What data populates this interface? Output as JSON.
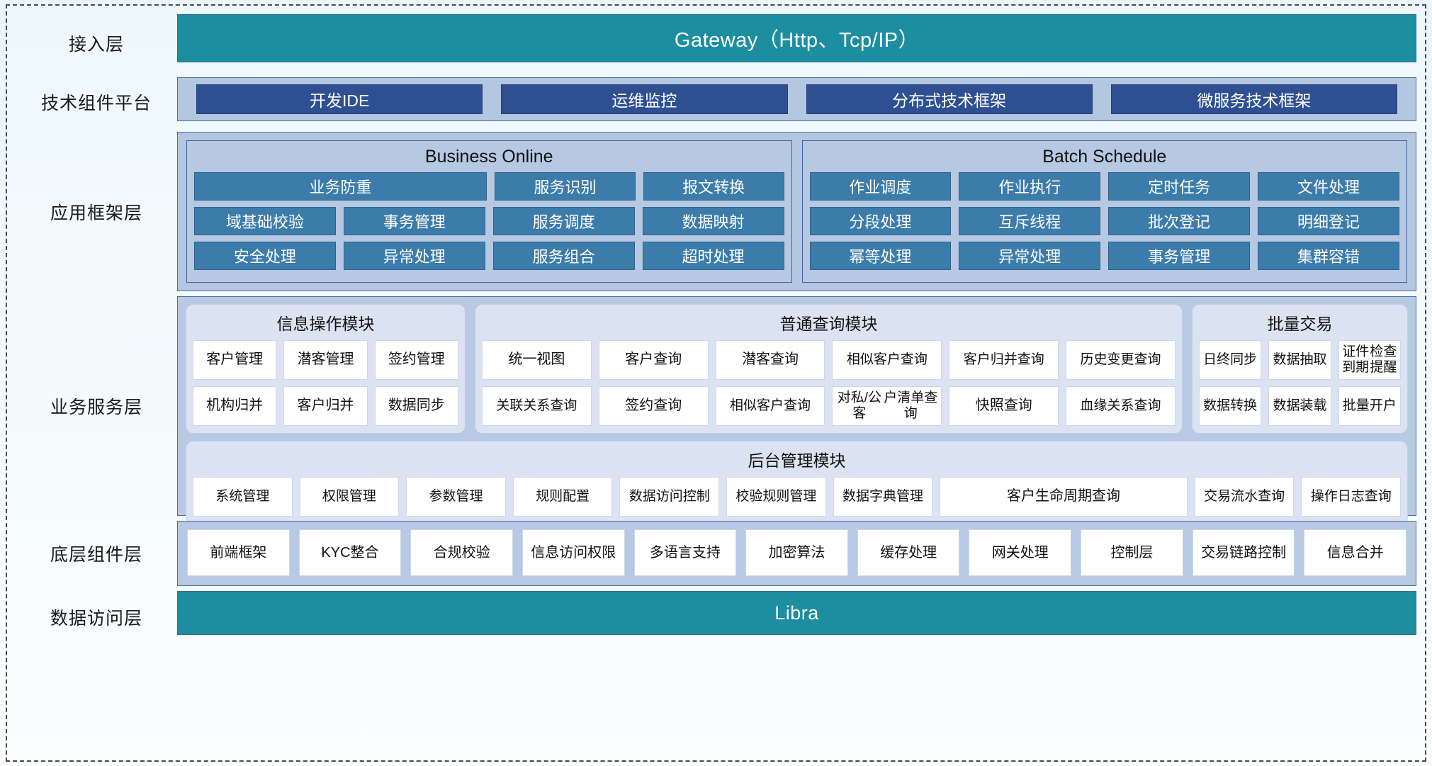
{
  "colors": {
    "teal": "#1d8ea0",
    "band_blue": "#b4c7e0",
    "chip_navy": "#2e4f92",
    "cell_blue": "#3c7cab",
    "module_bg": "#dbe3f2",
    "white_cell": "#ffffff"
  },
  "layers": {
    "access": {
      "label": "接入层",
      "bar": "Gateway（Http、Tcp/IP）"
    },
    "tech_platform": {
      "label": "技术组件平台",
      "chips": [
        "开发IDE",
        "运维监控",
        "分布式技术框架",
        "微服务技术框架"
      ]
    },
    "app_framework": {
      "label": "应用框架层",
      "groups": [
        {
          "title": "Business Online",
          "rows": [
            [
              {
                "label": "业务防重",
                "span": 2
              },
              {
                "label": "服务识别",
                "span": 1
              },
              {
                "label": "报文转换",
                "span": 1
              }
            ],
            [
              {
                "label": "域基础校验",
                "span": 1
              },
              {
                "label": "事务管理",
                "span": 1
              },
              {
                "label": "服务调度",
                "span": 1
              },
              {
                "label": "数据映射",
                "span": 1
              }
            ],
            [
              {
                "label": "安全处理",
                "span": 1
              },
              {
                "label": "异常处理",
                "span": 1
              },
              {
                "label": "服务组合",
                "span": 1
              },
              {
                "label": "超时处理",
                "span": 1
              }
            ]
          ]
        },
        {
          "title": "Batch Schedule",
          "rows": [
            [
              {
                "label": "作业调度",
                "span": 1
              },
              {
                "label": "作业执行",
                "span": 1
              },
              {
                "label": "定时任务",
                "span": 1
              },
              {
                "label": "文件处理",
                "span": 1
              }
            ],
            [
              {
                "label": "分段处理",
                "span": 1
              },
              {
                "label": "互斥线程",
                "span": 1
              },
              {
                "label": "批次登记",
                "span": 1
              },
              {
                "label": "明细登记",
                "span": 1
              }
            ],
            [
              {
                "label": "幂等处理",
                "span": 1
              },
              {
                "label": "异常处理",
                "span": 1
              },
              {
                "label": "事务管理",
                "span": 1
              },
              {
                "label": "集群容错",
                "span": 1
              }
            ]
          ]
        }
      ]
    },
    "business_service": {
      "label": "业务服务层",
      "modules": [
        {
          "id": "mod-info",
          "title": "信息操作模块",
          "rows": [
            [
              "客户管理",
              "潜客管理",
              "签约管理"
            ],
            [
              "机构归并",
              "客户归并",
              "数据同步"
            ]
          ]
        },
        {
          "id": "mod-query",
          "title": "普通查询模块",
          "rows": [
            [
              "统一视图",
              "客户查询",
              "潜客查询",
              "相似客户\n查询",
              "客户归并\n查询",
              "历史变更\n查询"
            ],
            [
              "关联关系\n查询",
              "签约查询",
              "相似客户\n查询",
              "对私/公客\n户清单查询",
              "快照查询",
              "血缘关系\n查询"
            ]
          ]
        },
        {
          "id": "mod-batch",
          "title": "批量交易",
          "rows": [
            [
              "日终\n同步",
              "数据\n抽取",
              "证件到期\n检查提醒"
            ],
            [
              "数据\n转换",
              "数据\n装载",
              "批量\n开户"
            ]
          ]
        }
      ],
      "admin_module": {
        "id": "mod-admin",
        "title": "后台管理模块",
        "cells": [
          {
            "label": "系统\n管理",
            "wide": false
          },
          {
            "label": "权限\n管理",
            "wide": false
          },
          {
            "label": "参数\n管理",
            "wide": false
          },
          {
            "label": "规则\n配置",
            "wide": false
          },
          {
            "label": "数据访问\n控制",
            "wide": false
          },
          {
            "label": "校验规\n则管理",
            "wide": false
          },
          {
            "label": "数据字\n典管理",
            "wide": false
          },
          {
            "label": "客户生命周期查询",
            "wide": true
          },
          {
            "label": "交易流\n水查询",
            "wide": false
          },
          {
            "label": "操作日\n志查询",
            "wide": false
          }
        ]
      }
    },
    "base_component": {
      "label": "底层组件层",
      "cells": [
        "前端\n框架",
        "KYC\n整合",
        "合规\n校验",
        "信息访问\n权限",
        "多语言\n支持",
        "加密\n算法",
        "缓存\n处理",
        "网关\n处理",
        "控制层",
        "交易链\n路控制",
        "信息\n合并"
      ]
    },
    "data_access": {
      "label": "数据访问层",
      "bar": "Libra"
    }
  }
}
